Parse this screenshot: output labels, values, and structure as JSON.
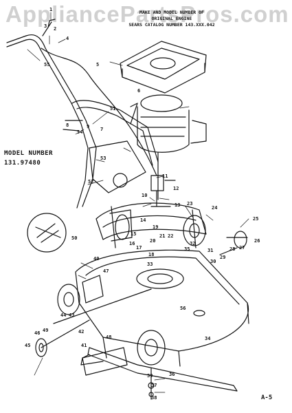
{
  "watermark": "AppliancePartsPros.com",
  "engine_note": {
    "line1": "MAKE AND MODEL NUMBER OF",
    "line2": "ORIGINAL ENGINE",
    "line3": "SEARS CATALOG NUMBER 143.XXX.042"
  },
  "model": {
    "label": "MODEL NUMBER",
    "number": "131.97480"
  },
  "page_id": "A-5",
  "callouts": [
    "1",
    "2",
    "3",
    "4",
    "5",
    "6",
    "7",
    "8",
    "9",
    "10",
    "11",
    "12",
    "13",
    "14",
    "15",
    "16",
    "17",
    "18",
    "19",
    "20",
    "21",
    "22",
    "23",
    "24",
    "25",
    "26",
    "27",
    "28",
    "29",
    "30",
    "31",
    "32",
    "33",
    "34",
    "35",
    "36",
    "37",
    "38",
    "39",
    "40",
    "41",
    "42",
    "43",
    "44",
    "45",
    "46",
    "47",
    "48",
    "49",
    "50",
    "51",
    "52",
    "53",
    "54",
    "55",
    "56"
  ],
  "colors": {
    "ink": "#111111",
    "paper": "#ffffff",
    "watermark": "#aaaaaa"
  }
}
